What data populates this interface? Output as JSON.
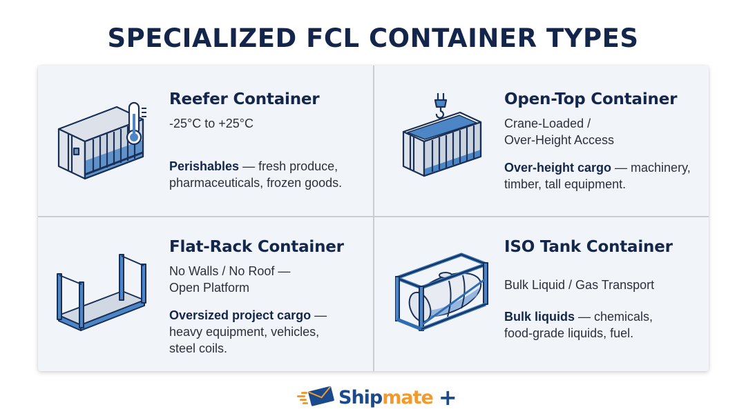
{
  "header": {
    "title": "SPECIALIZED FCL CONTAINER TYPES"
  },
  "colors": {
    "title": "#13254a",
    "panel_bg": "#f1f4f9",
    "divider": "#c9ccd2",
    "accent_blue": "#2f6db3",
    "brand_blue": "#1b4a8c",
    "brand_orange": "#f29a2e"
  },
  "containers": [
    {
      "title": "Reefer Container",
      "subtitle_lines": [
        "-25°C to +25°C"
      ],
      "desc_bold": "Perishables",
      "desc_rest": " — fresh produce, pharmaceuticals, frozen goods.",
      "icon": "reefer-container-thermometer-icon"
    },
    {
      "title": "Open-Top Container",
      "subtitle_lines": [
        "Crane-Loaded /",
        "Over-Height Access"
      ],
      "desc_bold": "Over-height cargo",
      "desc_rest": " — machinery, timber, tall equipment.",
      "icon": "open-top-container-crane-hook-icon"
    },
    {
      "title": "Flat-Rack Container",
      "subtitle_lines": [
        "No Walls / No Roof —",
        "Open Platform"
      ],
      "desc_bold": "Oversized project cargo",
      "desc_rest": " — heavy equipment, vehicles, steel coils.",
      "icon": "flat-rack-container-icon"
    },
    {
      "title": "ISO Tank Container",
      "subtitle_lines": [
        "Bulk Liquid / Gas Transport"
      ],
      "desc_bold": "Bulk liquids",
      "desc_rest": " — chemicals, food-grade liquids, fuel.",
      "icon": "iso-tank-container-icon"
    }
  ],
  "brand": {
    "name_part1": "Ship",
    "name_part2": "mate",
    "suffix": "+",
    "icon": "speeding-envelope-icon"
  }
}
